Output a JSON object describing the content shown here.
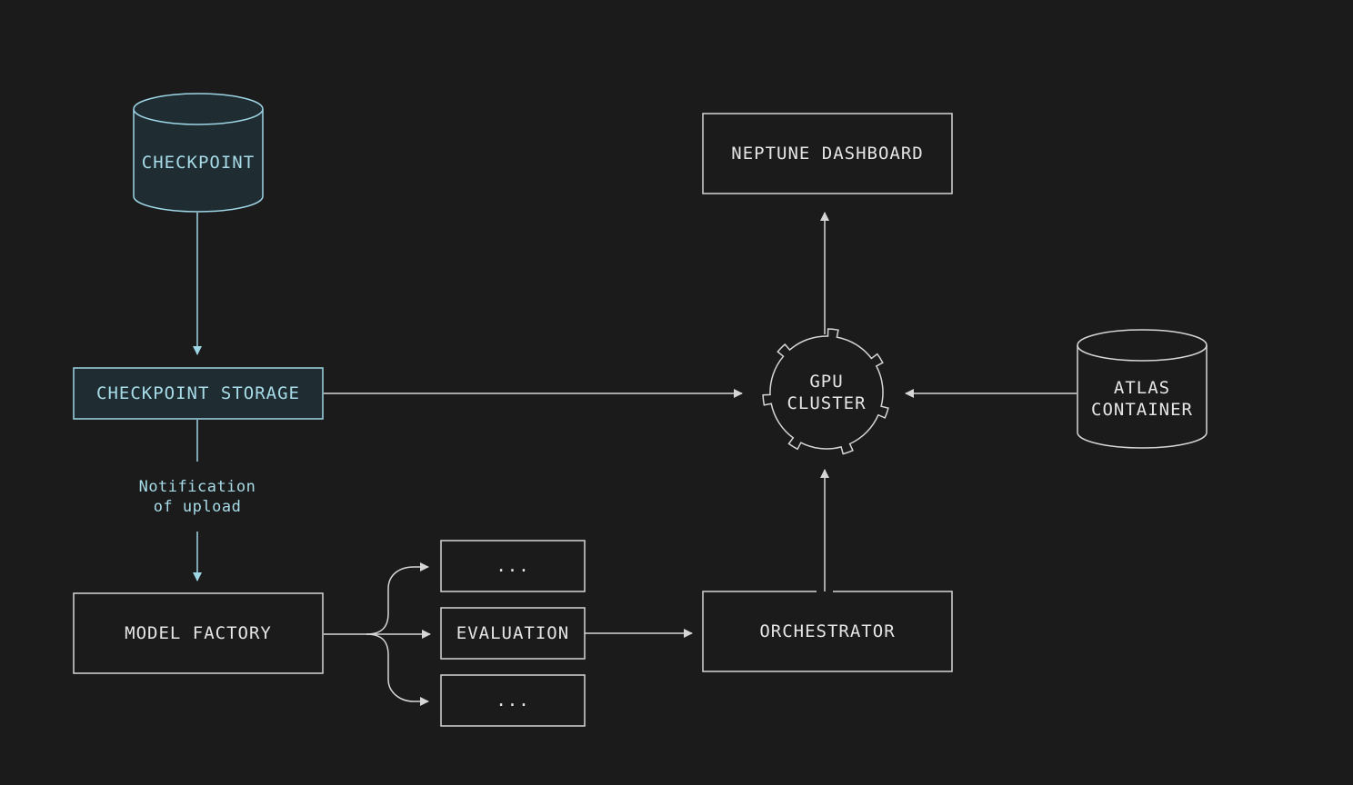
{
  "colors": {
    "background": "#1b1b1b",
    "neutral_stroke": "#d6d6d6",
    "neutral_text": "#e6e6e6",
    "accent_stroke": "#9fd6e6",
    "accent_fill": "#1f2d33",
    "accent_text": "#a7dbe8"
  },
  "nodes": {
    "checkpoint": {
      "label": "CHECKPOINT"
    },
    "checkpoint_storage": {
      "label": "CHECKPOINT STORAGE"
    },
    "notification": {
      "line1": "Notification",
      "line2": "of upload"
    },
    "model_factory": {
      "label": "MODEL FACTORY"
    },
    "branch_top": {
      "label": "..."
    },
    "evaluation": {
      "label": "EVALUATION"
    },
    "branch_bottom": {
      "label": "..."
    },
    "orchestrator": {
      "label": "ORCHESTRATOR"
    },
    "gpu_cluster": {
      "line1": "GPU",
      "line2": "CLUSTER",
      "icon": "gear-icon"
    },
    "neptune_dashboard": {
      "label": "NEPTUNE DASHBOARD"
    },
    "atlas_container": {
      "line1": "ATLAS",
      "line2": "CONTAINER"
    }
  }
}
